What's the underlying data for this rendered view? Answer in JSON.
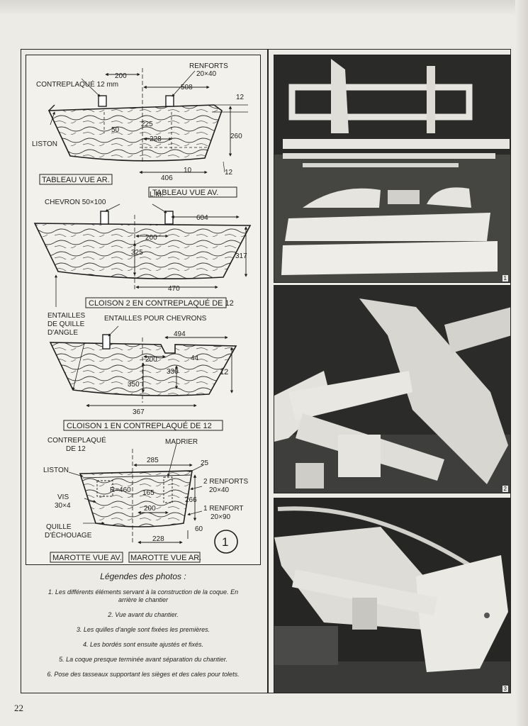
{
  "page_number": "22",
  "figure_number": "1",
  "diagram": {
    "tableau": {
      "labels": {
        "contreplaque": "CONTREPLAQUÉ 12 mm",
        "renforts": "RENFORTS",
        "renforts_dim": "20×40",
        "liston": "LISTON",
        "view_ar": "TABLEAU VUE AR.",
        "view_av": "TABLEAU VUE AV."
      },
      "dims": {
        "d200": "200",
        "d508": "508",
        "d12a": "12",
        "d50": "50",
        "d225": "225",
        "d228": "228",
        "d260": "260",
        "d406": "406",
        "d10": "10",
        "d12b": "12"
      }
    },
    "cloison2": {
      "labels": {
        "chevron": "CHEVRON 50×100",
        "lm": "L.M.",
        "title": "CLOISON 2 EN CONTREPLAQUÉ DE 12"
      },
      "dims": {
        "d604": "604",
        "d200": "200",
        "d325": "325",
        "d317": "317",
        "d470": "470"
      }
    },
    "cloison1": {
      "labels": {
        "entailles_quille_1": "ENTAILLES",
        "entailles_quille_2": "DE QUILLE",
        "entailles_quille_3": "D'ANGLE",
        "entailles_chevrons": "ENTAILLES POUR CHEVRONS",
        "title": "CLOISON 1 EN CONTREPLAQUÉ DE 12"
      },
      "dims": {
        "d494": "494",
        "d200": "200",
        "d44": "44",
        "d330": "330",
        "d12": "12",
        "d350": "350",
        "d367": "367"
      }
    },
    "marotte": {
      "labels": {
        "contreplaque_1": "CONTREPLAQUÉ",
        "contreplaque_2": "DE 12",
        "madrier": "MADRIER",
        "liston": "LISTON",
        "radius": "R=460",
        "vis_1": "VIS",
        "vis_2": "30×4",
        "renforts_2": "2 RENFORTS",
        "renforts_2_dim": "20×40",
        "renfort_1": "1 RENFORT",
        "renfort_1_dim": "20×90",
        "quille_1": "QUILLE",
        "quille_2": "D'ÉCHOUAGE",
        "view_av": "MAROTTE VUE AV.",
        "view_ar": "MAROTTE VUE AR."
      },
      "dims": {
        "d285": "285",
        "d25": "25",
        "d165": "165",
        "d266": "266",
        "d200": "200",
        "d60": "60",
        "d228": "228"
      }
    }
  },
  "captions": {
    "title": "Légendes des photos :",
    "items": [
      "1. Les différents éléments servant à la construction de la coque. En arrière le chantier",
      "2. Vue avant du chantier.",
      "3. Les quilles d'angle sont fixées les premières.",
      "4. Les bordés sont ensuite ajustés et fixés.",
      "5. La coque presque terminée avant séparation du chantier.",
      "6. Pose des tasseaux supportant les sièges et des cales pour tolets."
    ]
  },
  "photos": [
    {
      "number": "1"
    },
    {
      "number": "2"
    },
    {
      "number": "3"
    }
  ]
}
